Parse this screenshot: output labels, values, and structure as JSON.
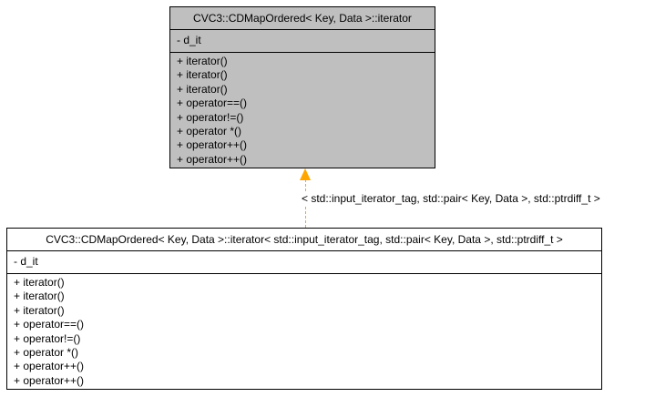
{
  "colors": {
    "background": "#ffffff",
    "parent_fill": "#bfbfbf",
    "child_fill": "#ffffff",
    "border": "#000000",
    "edge": "#ffa500",
    "text": "#000000"
  },
  "edge": {
    "label": "< std::input_iterator_tag, std::pair< Key, Data >, std::ptrdiff_t >"
  },
  "parent_class": {
    "title": "CVC3::CDMapOrdered< Key, Data >::iterator",
    "attributes": [
      "- d_it"
    ],
    "methods": [
      "+ iterator()",
      "+ iterator()",
      "+ iterator()",
      "+ operator==()",
      "+ operator!=()",
      "+ operator *()",
      "+ operator++()",
      "+ operator++()"
    ]
  },
  "child_class": {
    "title": "CVC3::CDMapOrdered< Key, Data >::iterator< std::input_iterator_tag, std::pair< Key, Data >, std::ptrdiff_t >",
    "attributes": [
      "- d_it"
    ],
    "methods": [
      "+ iterator()",
      "+ iterator()",
      "+ iterator()",
      "+ operator==()",
      "+ operator!=()",
      "+ operator *()",
      "+ operator++()",
      "+ operator++()"
    ]
  }
}
